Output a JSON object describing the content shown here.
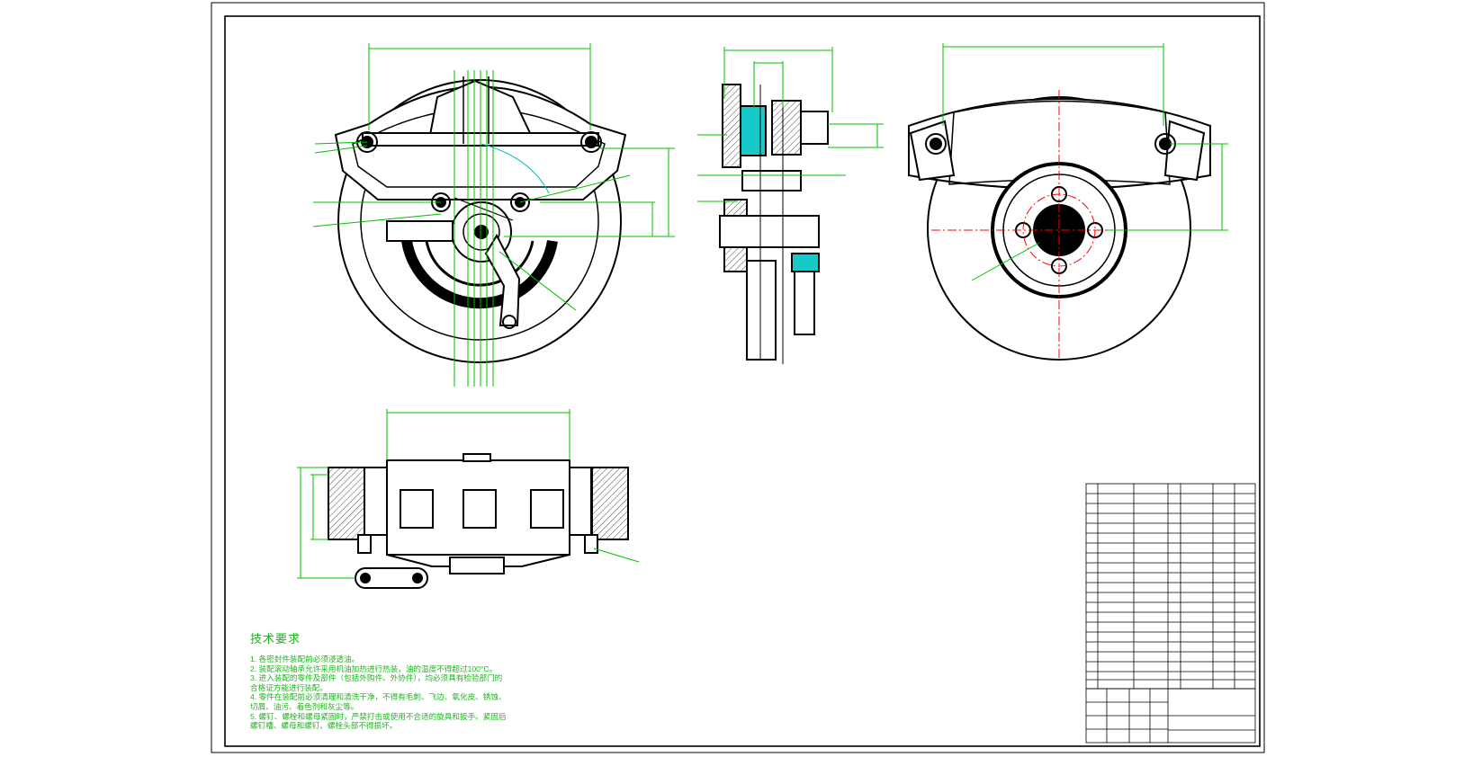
{
  "drawing": {
    "colors": {
      "outline": "#000000",
      "dimension": "#00c000",
      "centerline": "#ff0000",
      "section_fill": "#17c9c9",
      "notes_text": "#1bb61b"
    },
    "views": [
      "front-view",
      "side-section-view",
      "rear-view",
      "top-view"
    ],
    "technical_requirements": {
      "title": "技术要求",
      "items": [
        "1. 各密封件装配前必须浸透油。",
        "2. 装配滚动轴承允许采用机油加热进行热装，油的温度不得超过100°C。",
        "3. 进入装配的零件及部件（包括外购件、外协件），均必须具有检验部门的",
        "合格证方能进行装配。",
        "4. 零件在装配前必须清理和清洗干净，不得有毛刺、飞边、氧化皮、锈蚀、",
        "切屑、油污、着色剂和灰尘等。",
        "5. 螺钉、螺栓和螺母紧固时，严禁打击或使用不合适的旋具和扳手。紧固后",
        "螺钉槽、螺母和螺钉、螺栓头部不得损坏。"
      ]
    }
  }
}
